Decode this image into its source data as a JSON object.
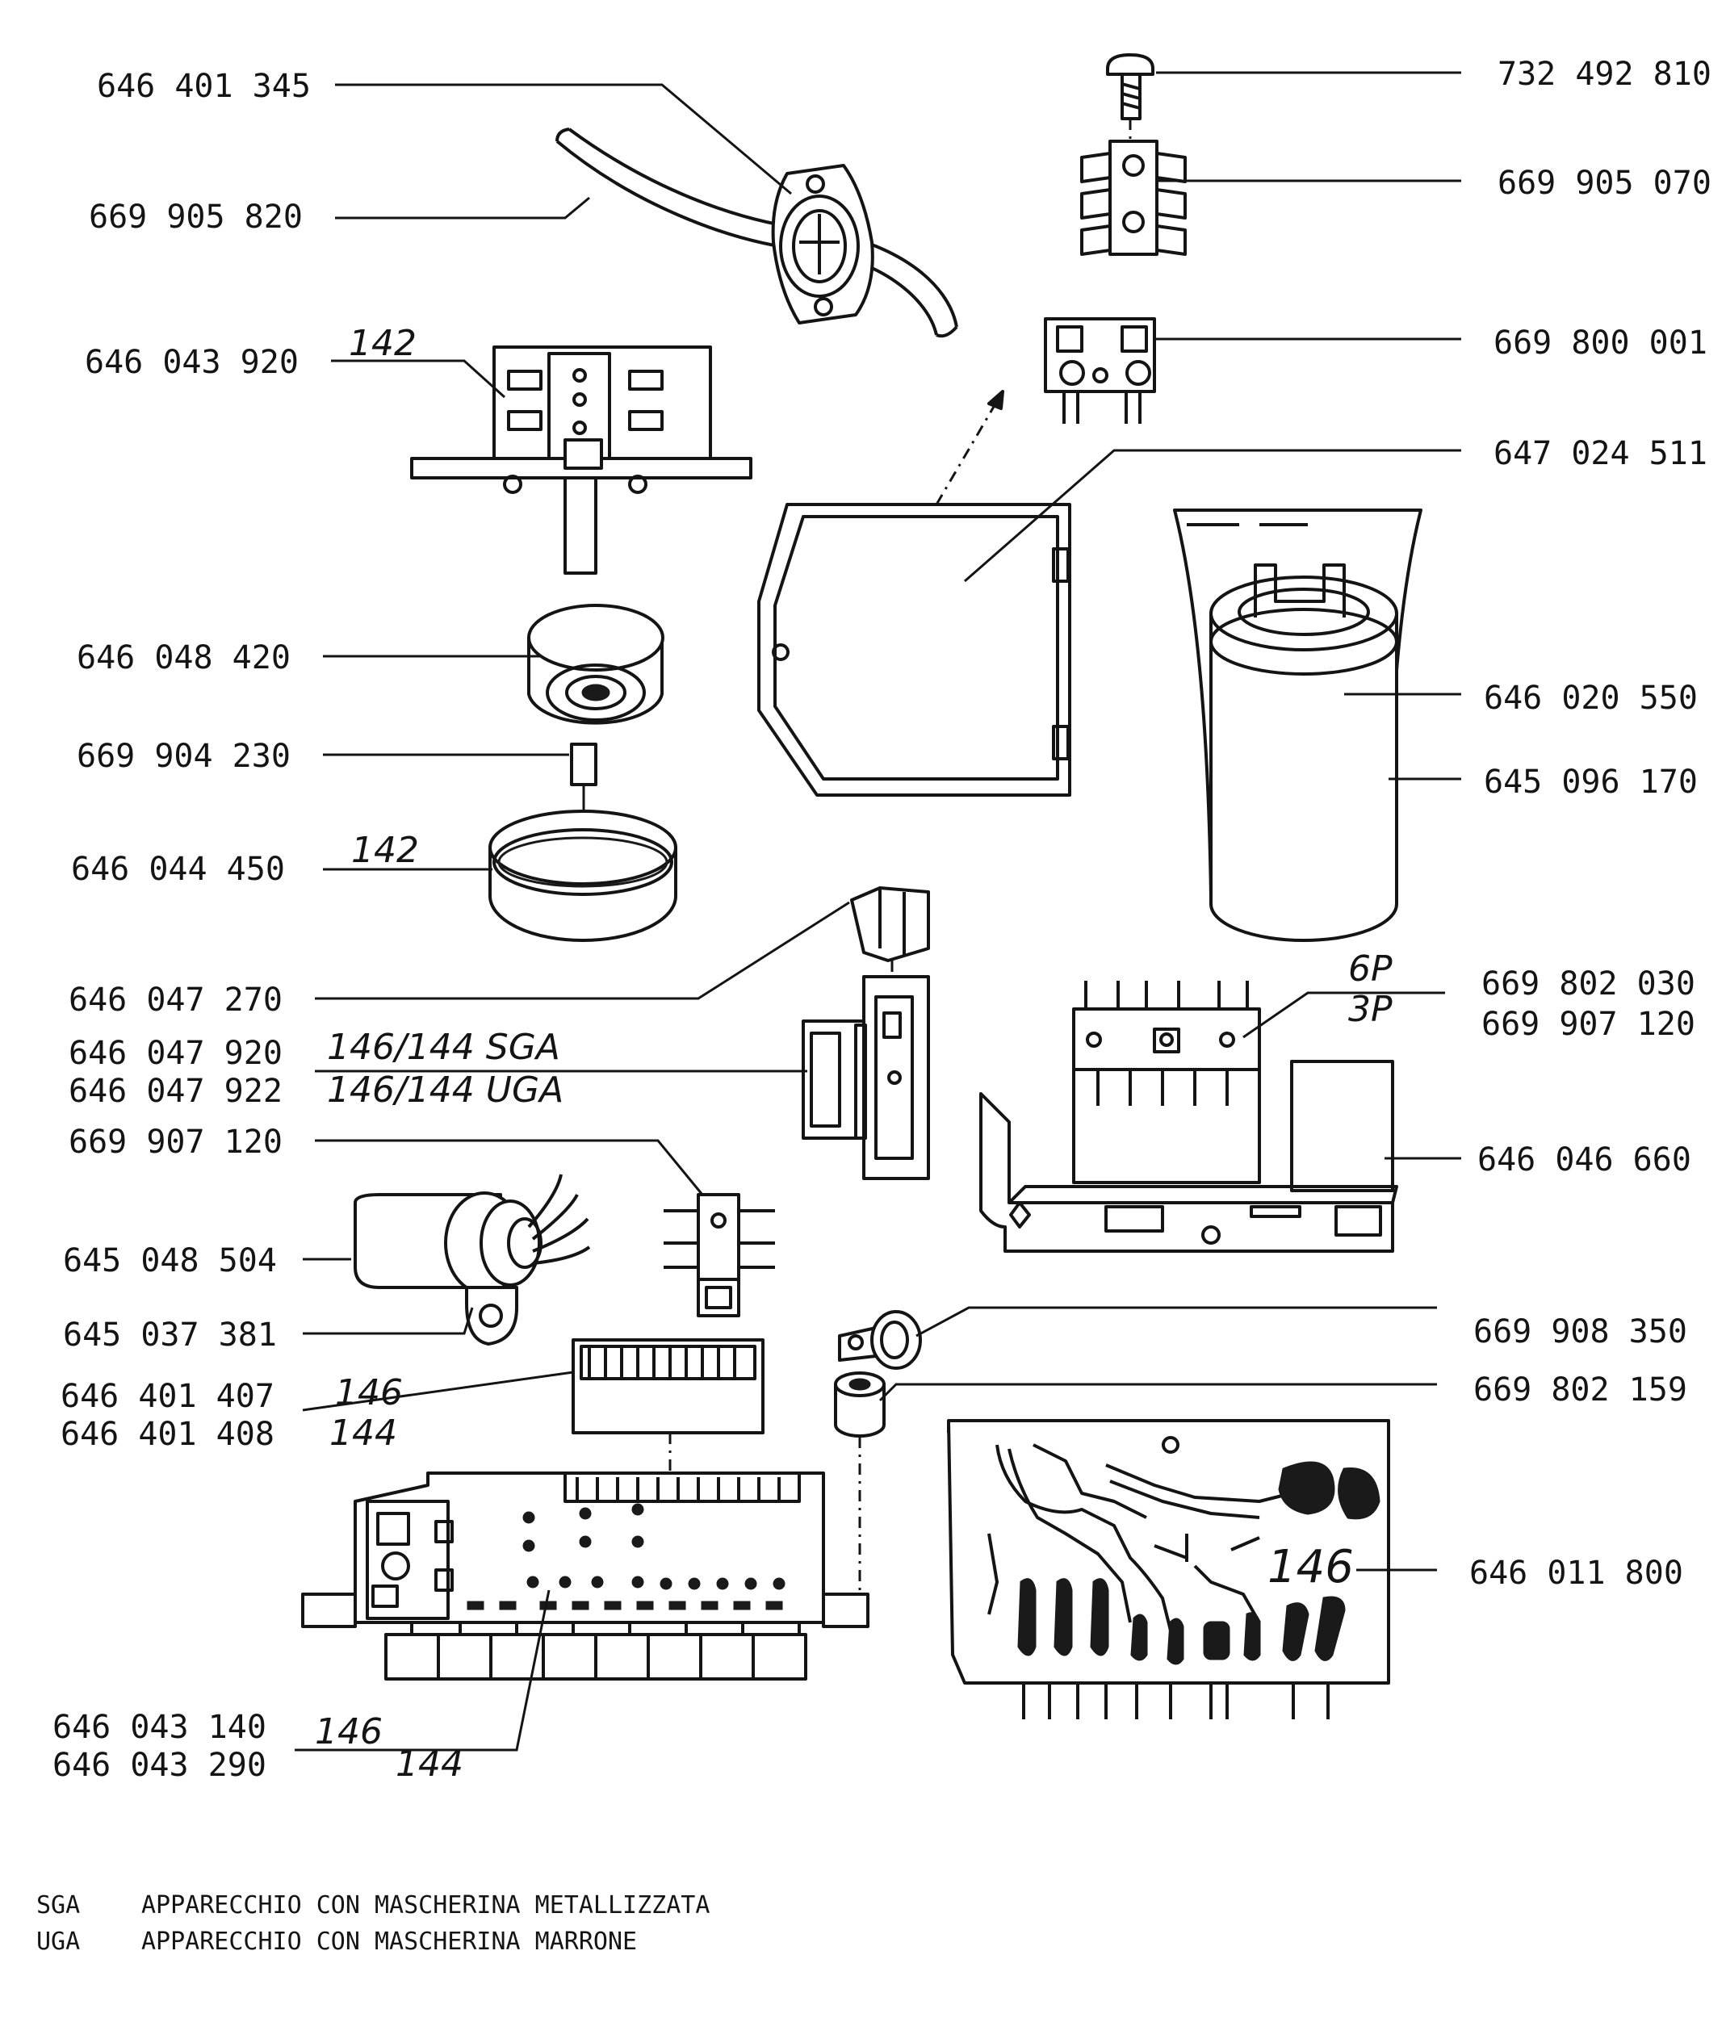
{
  "diagram": {
    "labels": [
      {
        "id": "cable-clamp",
        "text": "646 401 345"
      },
      {
        "id": "mains-cable",
        "text": "669 905 820"
      },
      {
        "id": "switch-assembly",
        "text": "646 043 920"
      },
      {
        "id": "knob-top",
        "text": "646 048 420"
      },
      {
        "id": "coupler",
        "text": "669 904 230"
      },
      {
        "id": "knob-bottom",
        "text": "646 044 450"
      },
      {
        "id": "plug-small",
        "text": "646 047 270"
      },
      {
        "id": "module-sga",
        "text": "646 047 920"
      },
      {
        "id": "module-uga",
        "text": "646 047 922"
      },
      {
        "id": "bracket-left",
        "text": "669 907 120"
      },
      {
        "id": "capacitor-small",
        "text": "645 048 504"
      },
      {
        "id": "capacitor-clip",
        "text": "645 037 381"
      },
      {
        "id": "connector-strip-146",
        "text": "646 401 407"
      },
      {
        "id": "connector-strip-144",
        "text": "646 401 408"
      },
      {
        "id": "control-board-146",
        "text": "646 043 140"
      },
      {
        "id": "control-board-144",
        "text": "646 043 290"
      },
      {
        "id": "screw",
        "text": "732 492 810"
      },
      {
        "id": "terminal-plate",
        "text": "669 905 070"
      },
      {
        "id": "terminal-block",
        "text": "669 800 001"
      },
      {
        "id": "cover",
        "text": "647 024 511"
      },
      {
        "id": "capacitor-large",
        "text": "646 020 550"
      },
      {
        "id": "capacitor-sleeve",
        "text": "645 096 170"
      },
      {
        "id": "relay-6p",
        "text": "669 802 030"
      },
      {
        "id": "relay-3p",
        "text": "669 907 120"
      },
      {
        "id": "relay-base",
        "text": "646 046 660"
      },
      {
        "id": "clamp-ring",
        "text": "669 908 350"
      },
      {
        "id": "spacer",
        "text": "669 802 159"
      },
      {
        "id": "power-board",
        "text": "646 011 800"
      }
    ],
    "handwritten": [
      {
        "id": "note-142a",
        "text": "142"
      },
      {
        "id": "note-142b",
        "text": "142"
      },
      {
        "id": "note-146-144-sga",
        "text": "146/144 SGA"
      },
      {
        "id": "note-146-144-uga",
        "text": "146/144 UGA"
      },
      {
        "id": "note-6p",
        "text": "6P"
      },
      {
        "id": "note-3p",
        "text": "3P"
      },
      {
        "id": "note-146-strip",
        "text": "146"
      },
      {
        "id": "note-144-strip",
        "text": "144"
      },
      {
        "id": "note-146-board",
        "text": "146"
      },
      {
        "id": "note-144-board",
        "text": "144"
      },
      {
        "id": "note-146-power",
        "text": "146"
      }
    ],
    "legend": [
      {
        "code": "SGA",
        "text": "APPARECCHIO CON MASCHERINA METALLIZZATA"
      },
      {
        "code": "UGA",
        "text": "APPARECCHIO CON MASCHERINA MARRONE"
      }
    ]
  }
}
